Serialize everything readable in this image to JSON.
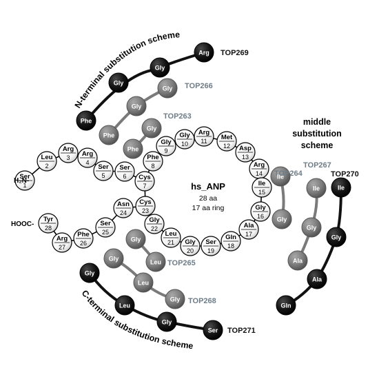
{
  "colors": {
    "black": "#111111",
    "gray": "#7a7a7a",
    "label_gray": "#6f7d88",
    "white_node": "#ffffff"
  },
  "center": {
    "title": "hs_ANP",
    "line1": "28 aa",
    "line2": "17 aa ring"
  },
  "terminal_labels": {
    "n_term": "H₂N-",
    "c_term": "HOOC-"
  },
  "schemes": {
    "n_terminal": "N-terminal substitution scheme",
    "c_terminal": "C-terminal substitution scheme",
    "middle_line1": "middle",
    "middle_line2": "substitution",
    "middle_line3": "scheme"
  },
  "residues": [
    {
      "name": "Ser",
      "num": "1"
    },
    {
      "name": "Leu",
      "num": "2"
    },
    {
      "name": "Arg",
      "num": "3"
    },
    {
      "name": "Arg",
      "num": "4"
    },
    {
      "name": "Ser",
      "num": "5"
    },
    {
      "name": "Ser",
      "num": "6"
    },
    {
      "name": "Cys",
      "num": "7"
    },
    {
      "name": "Phe",
      "num": "8"
    },
    {
      "name": "Gly",
      "num": "9"
    },
    {
      "name": "Gly",
      "num": "10"
    },
    {
      "name": "Arg",
      "num": "11"
    },
    {
      "name": "Met",
      "num": "12"
    },
    {
      "name": "Asp",
      "num": "13"
    },
    {
      "name": "Arg",
      "num": "14"
    },
    {
      "name": "Ile",
      "num": "15"
    },
    {
      "name": "Gly",
      "num": "16"
    },
    {
      "name": "Ala",
      "num": "17"
    },
    {
      "name": "Gln",
      "num": "18"
    },
    {
      "name": "Ser",
      "num": "19"
    },
    {
      "name": "Gly",
      "num": "20"
    },
    {
      "name": "Leu",
      "num": "21"
    },
    {
      "name": "Gly",
      "num": "22"
    },
    {
      "name": "Cys",
      "num": "23"
    },
    {
      "name": "Asn",
      "num": "24"
    },
    {
      "name": "Ser",
      "num": "25"
    },
    {
      "name": "Phe",
      "num": "26"
    },
    {
      "name": "Arg",
      "num": "27"
    },
    {
      "name": "Tyr",
      "num": "28"
    }
  ],
  "variants": [
    {
      "label": "TOP269",
      "tone": "black",
      "beads": [
        "Phe",
        "Gly",
        "Gly",
        "Arg"
      ]
    },
    {
      "label": "TOP266",
      "tone": "gray",
      "beads": [
        "Phe",
        "Gly",
        "Gly"
      ]
    },
    {
      "label": "TOP263",
      "tone": "gray",
      "beads": [
        "Phe",
        "Gly"
      ]
    },
    {
      "label": "TOP264",
      "tone": "gray",
      "beads": [
        "Ile",
        "Gly"
      ]
    },
    {
      "label": "TOP267",
      "tone": "gray",
      "beads": [
        "Ile",
        "Gly",
        "Ala"
      ]
    },
    {
      "label": "TOP270",
      "tone": "black",
      "beads": [
        "Ile",
        "Gly",
        "Ala",
        "Gln"
      ]
    },
    {
      "label": "TOP265",
      "tone": "gray",
      "beads": [
        "Gly",
        "Leu"
      ]
    },
    {
      "label": "TOP268",
      "tone": "gray",
      "beads": [
        "Gly",
        "Leu",
        "Gly"
      ]
    },
    {
      "label": "TOP271",
      "tone": "black",
      "beads": [
        "Gly",
        "Leu",
        "Gly",
        "Ser"
      ]
    }
  ]
}
